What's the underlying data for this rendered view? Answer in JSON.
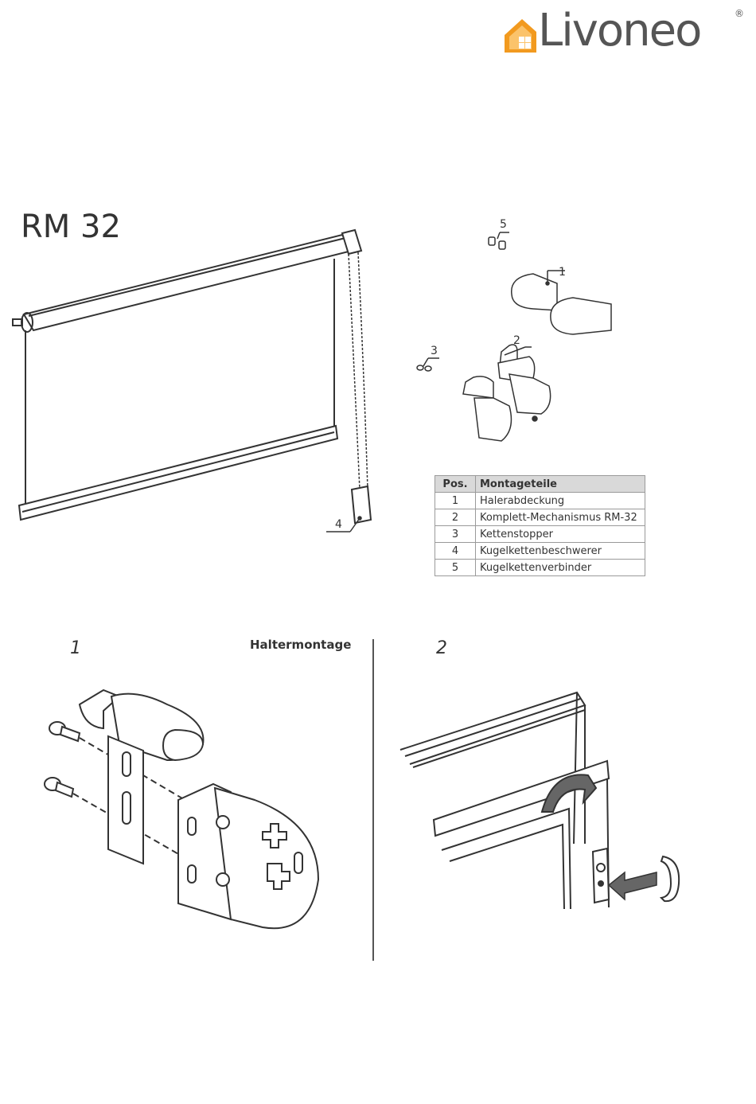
{
  "brand": {
    "name": "Livoneo",
    "reg_mark": "®"
  },
  "product": {
    "title": "RM 32"
  },
  "callouts": {
    "c1": "1",
    "c2": "2",
    "c3": "3",
    "c4": "4",
    "c5": "5"
  },
  "parts_table": {
    "headers": {
      "pos": "Pos.",
      "name": "Montageteile"
    },
    "rows": [
      {
        "pos": "1",
        "name": "Halerabdeckung"
      },
      {
        "pos": "2",
        "name": "Komplett-Mechanismus RM-32"
      },
      {
        "pos": "3",
        "name": "Kettenstopper"
      },
      {
        "pos": "4",
        "name": "Kugelkettenbeschwerer"
      },
      {
        "pos": "5",
        "name": "Kugelkettenverbinder"
      }
    ]
  },
  "steps": [
    {
      "number": "1",
      "title": "Haltermontage"
    },
    {
      "number": "2",
      "title": ""
    }
  ],
  "colors": {
    "line": "#333333",
    "brand_orange": "#f29a1f",
    "brand_gray": "#555555",
    "table_header": "#d9d9d9"
  }
}
